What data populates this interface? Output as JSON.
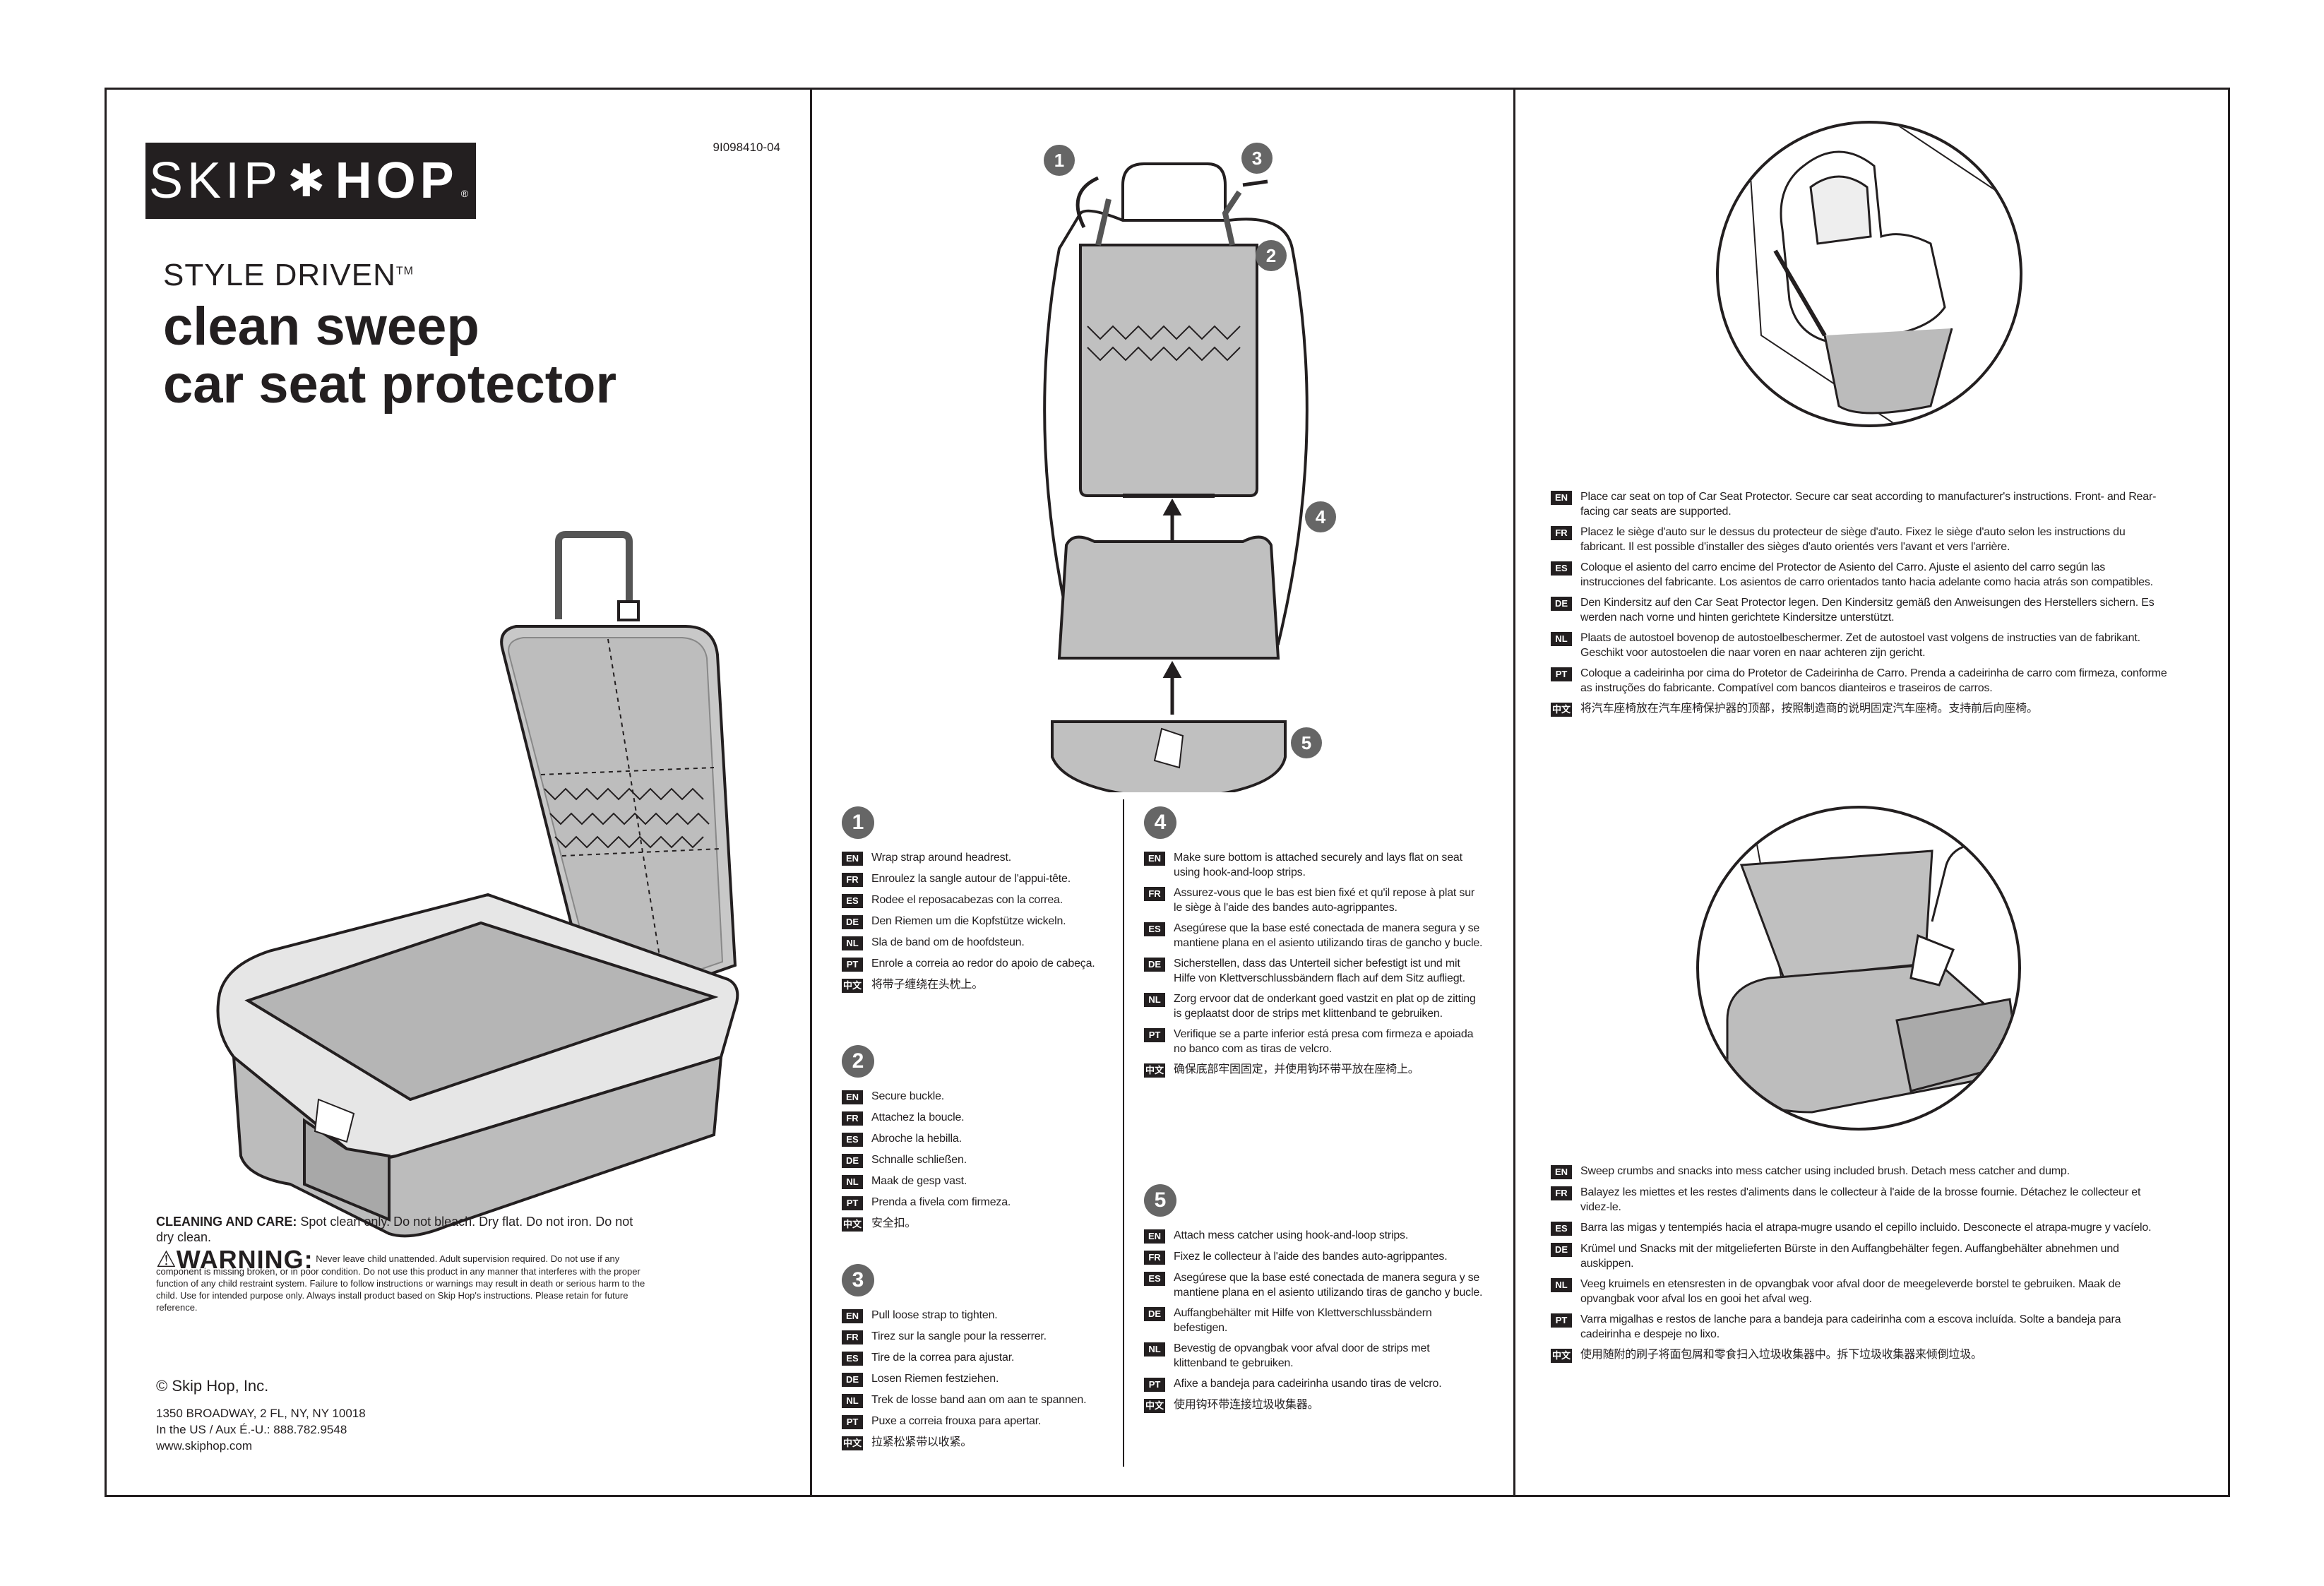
{
  "header": {
    "brand": "SKIP*HOP",
    "part_number": "9I098410-04",
    "style_driven": "STYLE DRIVEN",
    "tm": "TM",
    "title_line1": "clean sweep",
    "title_line2": "car seat protector"
  },
  "care": {
    "label": "CLEANING AND CARE:",
    "text": "Spot clean only. Do not bleach. Dry flat. Do not iron. Do not dry clean."
  },
  "warning": {
    "title": "WARNING:",
    "text": "Never leave child unattended. Adult supervision required. Do not use if any component is missing broken, or in poor condition. Do not use this product in any manner that interferes with the proper function of any child restraint system. Failure to follow instructions or warnings may result in death or serious harm to the child. Use for intended purpose only. Always install product based on Skip Hop's instructions. Please retain for future reference."
  },
  "company": {
    "copyright": "© Skip Hop, Inc.",
    "address": "1350 BROADWAY, 2 FL, NY, NY 10018",
    "phone": "In the US / Aux É.-U.: 888.782.9548",
    "web": "www.skiphop.com"
  },
  "diagram_labels": [
    "1",
    "2",
    "3",
    "4",
    "5"
  ],
  "steps": [
    {
      "num": "1",
      "items": [
        {
          "lang": "EN",
          "text": "Wrap strap around headrest."
        },
        {
          "lang": "FR",
          "text": "Enroulez la sangle autour de l'appui-tête."
        },
        {
          "lang": "ES",
          "text": "Rodee el reposacabezas con la correa."
        },
        {
          "lang": "DE",
          "text": "Den Riemen um die Kopfstütze wickeln."
        },
        {
          "lang": "NL",
          "text": "Sla de band om de hoofdsteun."
        },
        {
          "lang": "PT",
          "text": "Enrole a correia ao redor do apoio de cabeça."
        },
        {
          "lang": "中文",
          "text": "将带子缠绕在头枕上。"
        }
      ]
    },
    {
      "num": "2",
      "items": [
        {
          "lang": "EN",
          "text": "Secure buckle."
        },
        {
          "lang": "FR",
          "text": "Attachez la boucle."
        },
        {
          "lang": "ES",
          "text": "Abroche la hebilla."
        },
        {
          "lang": "DE",
          "text": "Schnalle schließen."
        },
        {
          "lang": "NL",
          "text": "Maak de gesp vast."
        },
        {
          "lang": "PT",
          "text": "Prenda a fivela com firmeza."
        },
        {
          "lang": "中文",
          "text": "安全扣。"
        }
      ]
    },
    {
      "num": "3",
      "items": [
        {
          "lang": "EN",
          "text": "Pull loose strap to tighten."
        },
        {
          "lang": "FR",
          "text": "Tirez sur la sangle pour la resserrer."
        },
        {
          "lang": "ES",
          "text": "Tire de la correa para ajustar."
        },
        {
          "lang": "DE",
          "text": "Losen Riemen festziehen."
        },
        {
          "lang": "NL",
          "text": "Trek de losse band aan om aan te spannen."
        },
        {
          "lang": "PT",
          "text": "Puxe a correia frouxa para apertar."
        },
        {
          "lang": "中文",
          "text": "拉紧松紧带以收紧。"
        }
      ]
    },
    {
      "num": "4",
      "items": [
        {
          "lang": "EN",
          "text": "Make sure bottom is attached securely and lays flat on seat using hook-and-loop strips."
        },
        {
          "lang": "FR",
          "text": "Assurez-vous que le bas est bien fixé et qu'il repose à plat sur le siège à l'aide des bandes auto-agrippantes."
        },
        {
          "lang": "ES",
          "text": "Asegúrese que la base esté conectada de manera segura y se mantiene plana en el asiento utilizando tiras de gancho y bucle."
        },
        {
          "lang": "DE",
          "text": "Sicherstellen, dass das Unterteil sicher befestigt ist und mit Hilfe von Klettverschlussbändern flach auf dem Sitz aufliegt."
        },
        {
          "lang": "NL",
          "text": "Zorg ervoor dat de onderkant goed vastzit en plat op de zitting is geplaatst door de strips met klittenband te gebruiken."
        },
        {
          "lang": "PT",
          "text": "Verifique se a parte inferior está presa com firmeza e apoiada no banco com as tiras de velcro."
        },
        {
          "lang": "中文",
          "text": "确保底部牢固固定，并使用钩环带平放在座椅上。"
        }
      ]
    },
    {
      "num": "5",
      "items": [
        {
          "lang": "EN",
          "text": "Attach mess catcher using hook-and-loop strips."
        },
        {
          "lang": "FR",
          "text": "Fixez le collecteur à l'aide des bandes auto-agrippantes."
        },
        {
          "lang": "ES",
          "text": "Asegúrese que la base esté conectada de manera segura y se mantiene plana en el asiento utilizando tiras de gancho y bucle."
        },
        {
          "lang": "DE",
          "text": "Auffangbehälter mit Hilfe von Klettverschlussbändern befestigen."
        },
        {
          "lang": "NL",
          "text": "Bevestig de opvangbak voor afval door de strips met klittenband te gebruiken."
        },
        {
          "lang": "PT",
          "text": "Afixe a bandeja para cadeirinha usando tiras de velcro."
        },
        {
          "lang": "中文",
          "text": "使用钩环带连接垃圾收集器。"
        }
      ]
    }
  ],
  "car_seat_section": [
    {
      "lang": "EN",
      "text": "Place car seat on top of Car Seat Protector. Secure car seat according to manufacturer's instructions. Front- and Rear-facing car seats are supported."
    },
    {
      "lang": "FR",
      "text": "Placez le siège d'auto sur le dessus du protecteur de siège d'auto. Fixez le siège d'auto selon les instructions du fabricant. Il est possible d'installer des sièges d'auto orientés vers l'avant et vers l'arrière."
    },
    {
      "lang": "ES",
      "text": "Coloque el asiento del carro encime del Protector de Asiento del Carro. Ajuste el asiento del carro según las instrucciones del fabricante. Los asientos de carro orientados tanto hacia adelante como hacia atrás son compatibles."
    },
    {
      "lang": "DE",
      "text": "Den Kindersitz auf den Car Seat Protector legen. Den Kindersitz gemäß den Anweisungen des Herstellers sichern. Es werden nach vorne und hinten gerichtete Kindersitze unterstützt."
    },
    {
      "lang": "NL",
      "text": "Plaats de autostoel bovenop de autostoelbeschermer. Zet de autostoel vast volgens de instructies van de fabrikant. Geschikt voor autostoelen die naar voren en naar achteren zijn gericht."
    },
    {
      "lang": "PT",
      "text": "Coloque a cadeirinha por cima do Protetor de Cadeirinha de Carro. Prenda a cadeirinha de carro com firmeza, conforme as instruções do fabricante. Compatível com bancos dianteiros e traseiros de carros."
    },
    {
      "lang": "中文",
      "text": "将汽车座椅放在汽车座椅保护器的顶部，按照制造商的说明固定汽车座椅。支持前后向座椅。"
    }
  ],
  "sweep_section": [
    {
      "lang": "EN",
      "text": "Sweep crumbs and snacks into mess catcher using included brush. Detach mess catcher and dump."
    },
    {
      "lang": "FR",
      "text": "Balayez les miettes et les restes d'aliments dans le collecteur à l'aide de la brosse fournie. Détachez le collecteur et videz-le."
    },
    {
      "lang": "ES",
      "text": "Barra las migas y tentempiés hacia el atrapa-mugre usando el cepillo incluido. Desconecte el atrapa-mugre y vacíelo."
    },
    {
      "lang": "DE",
      "text": "Krümel und Snacks mit der mitgelieferten Bürste in den Auffangbehälter fegen. Auffangbehälter abnehmen und auskippen."
    },
    {
      "lang": "NL",
      "text": "Veeg kruimels en etensresten in de opvangbak voor afval door de meegeleverde borstel te gebruiken. Maak de opvangbak voor afval los en gooi het afval weg."
    },
    {
      "lang": "PT",
      "text": "Varra migalhas e restos de lanche para a bandeja para cadeirinha com a escova incluída. Solte a bandeja para cadeirinha e despeje no lixo."
    },
    {
      "lang": "中文",
      "text": "使用随附的刷子将面包屑和零食扫入垃圾收集器中。拆下垃圾收集器来倾倒垃圾。"
    }
  ]
}
